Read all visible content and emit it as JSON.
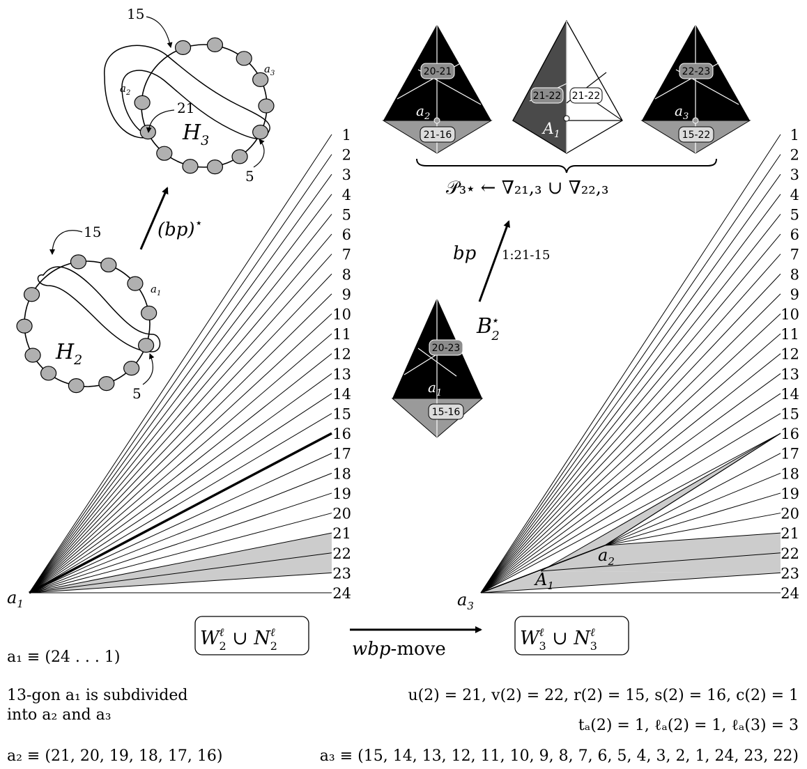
{
  "fan_labels": [
    "1",
    "2",
    "3",
    "4",
    "5",
    "6",
    "7",
    "8",
    "9",
    "10",
    "11",
    "12",
    "13",
    "14",
    "15",
    "16",
    "17",
    "18",
    "19",
    "20",
    "21",
    "22",
    "23",
    "24"
  ],
  "left_fan": {
    "apex_label": "a",
    "apex_sub": "1",
    "caption_main": "W",
    "caption_sup": "ℓ",
    "caption_sub": "2",
    "caption_union": " ∪ ",
    "caption_main2": "N",
    "caption_sup2": "ℓ",
    "caption_sub2": "2"
  },
  "right_fan": {
    "apex_label": "a",
    "apex_sub": "3",
    "A_label": "A",
    "A_sub": "1",
    "a2_label": "a",
    "a2_sub": "2",
    "caption_main": "W",
    "caption_sup": "ℓ",
    "caption_sub": "3",
    "caption_union": " ∪ ",
    "caption_main2": "N",
    "caption_sup2": "ℓ",
    "caption_sub2": "3"
  },
  "move_arrow": {
    "label_italic": "wbp",
    "label_rest": "-move"
  },
  "curves": {
    "h2_label": "H",
    "h2_sub": "2",
    "h2_annotations": {
      "top": "15",
      "bottom": "5",
      "point": "a",
      "point_sub": "1"
    },
    "h3_label": "H",
    "h3_sub": "3",
    "h3_annotations": {
      "top": "15",
      "mid": "21",
      "bottom": "5",
      "point_left": "a",
      "point_left_sub": "2",
      "point_right": "a",
      "point_right_sub": "3"
    },
    "arrow_label": "(bp)",
    "arrow_star": "⋆"
  },
  "b2": {
    "label": "B",
    "label_sup": "⋆",
    "label_sub": "2",
    "badge_top": "20-23",
    "badge_bottom": "15-16",
    "point": "a",
    "point_sub": "1",
    "arrow_label": "bp",
    "arrow_note": "1:21-15"
  },
  "p3": {
    "tet1": {
      "badge_top": "20-21",
      "badge_bottom": "21-16",
      "point": "a",
      "point_sub": "2"
    },
    "tet2": {
      "badge_left": "21-22",
      "badge_right": "21-22",
      "point": "A",
      "point_sub": "1"
    },
    "tet3": {
      "badge_top": "22-23",
      "badge_bottom": "15-22",
      "point": "a",
      "point_sub": "3"
    },
    "formula": "𝒫₃⋆ ← ∇₂₁,₃ ∪ ∇₂₂,₃"
  },
  "footnotes": {
    "a1_def": "a₁ ≡ (24 . . . 1)",
    "subdivide_line1": "13-gon a₁ is subdivided",
    "subdivide_line2": "into a₂ and a₃",
    "a2_def": "a₂ ≡ (21, 20, 19, 18, 17, 16)",
    "uv_line": "u(2) = 21, v(2) = 22, r(2) = 15, s(2) = 16, c(2) = 1",
    "t_line": "tₐ(2) = 1, ℓₐ(2) = 1, ℓₐ(3) = 3",
    "a3_def": "a₃ ≡ (15, 14, 13, 12, 11, 10, 9, 8, 7, 6, 5, 4, 3, 2, 1, 24, 23, 22)"
  },
  "colors": {
    "black": "#000000",
    "shade": "#cccccc",
    "tet_gray": "#9a9a9a",
    "tet_dark": "#4a4a4a",
    "node_gray": "#b0b0b0"
  }
}
